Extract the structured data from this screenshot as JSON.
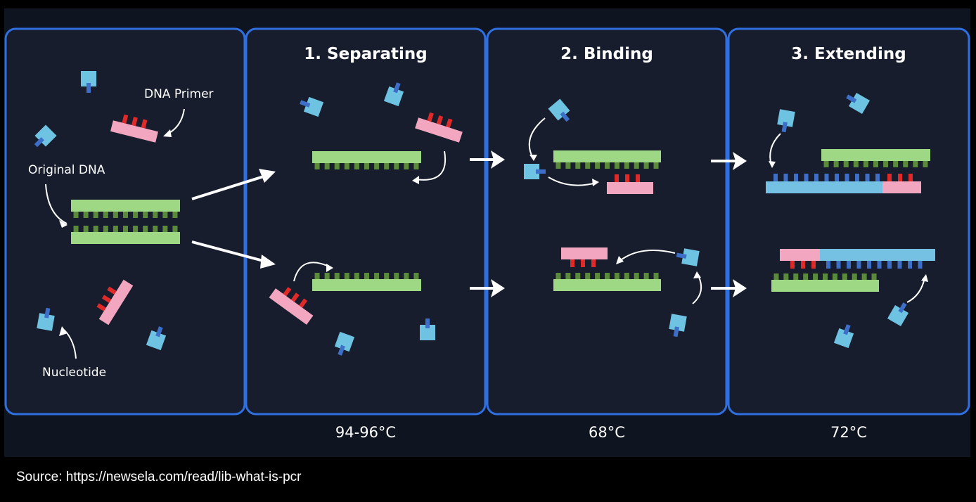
{
  "panels": [
    {
      "title": ""
    },
    {
      "title": "1. Separating",
      "temp": "94-96°C"
    },
    {
      "title": "2. Binding",
      "temp": "68°C"
    },
    {
      "title": "3. Extending",
      "temp": "72°C"
    }
  ],
  "labels": {
    "dna_primer": "DNA Primer",
    "original_dna": "Original DNA",
    "nucleotide": "Nucleotide"
  },
  "source": "Source: https://newsela.com/read/lib-what-is-pcr",
  "colors": {
    "background": "#000000",
    "panel_fill": "#171d2c",
    "panel_border": "#2f6fe0",
    "dna_light": "#9ed884",
    "dna_dark": "#5a8a3a",
    "primer": "#f2a6bf",
    "primer_bases": "#e02a2a",
    "nucleotide": "#6ec3e2",
    "nucleotide_stem": "#3d6fc8",
    "new_strand": "#74c1e4",
    "arrow": "#ffffff"
  }
}
